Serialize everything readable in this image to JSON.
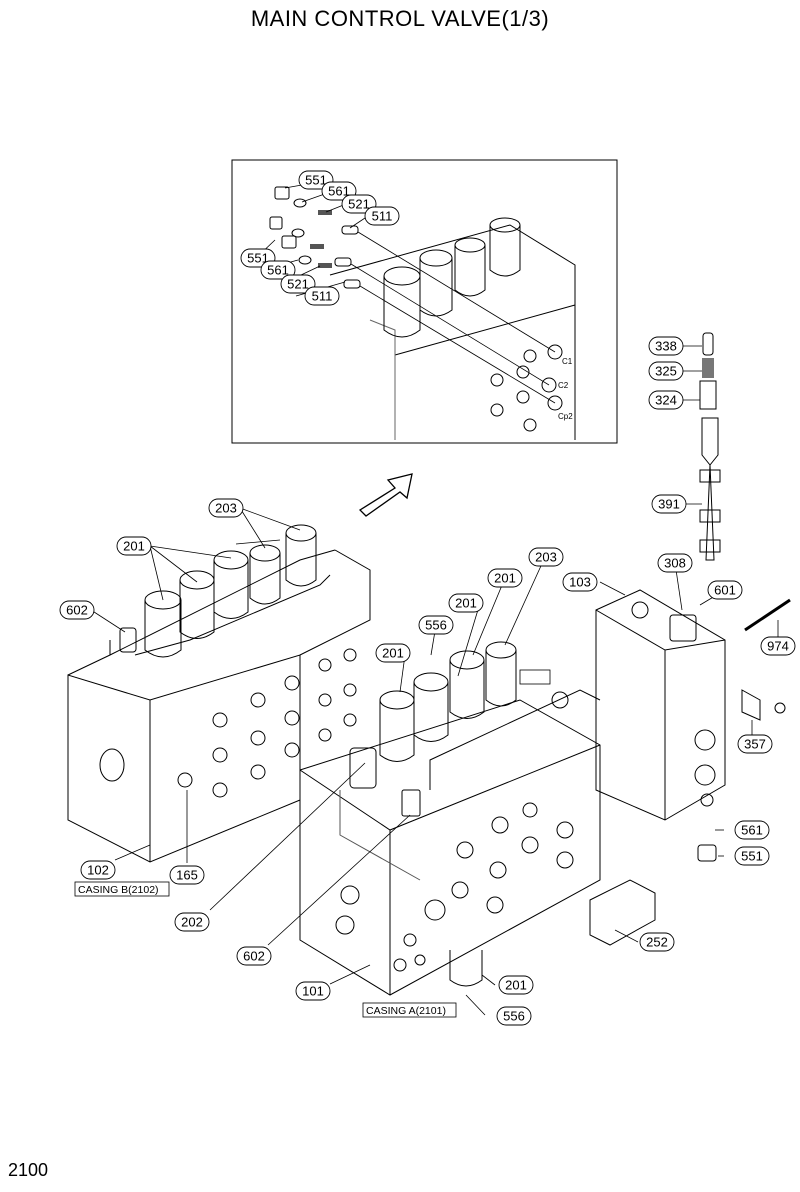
{
  "title": "MAIN CONTROL VALVE(1/3)",
  "page_number": "2100",
  "captions": {
    "casing_a": "CASING A(2101)",
    "casing_b": "CASING B(2102)"
  },
  "port_labels": [
    "C1",
    "C2",
    "Cp2"
  ],
  "callouts": [
    "551",
    "561",
    "521",
    "511",
    "551",
    "561",
    "521",
    "511",
    "338",
    "325",
    "324",
    "391",
    "308",
    "601",
    "103",
    "974",
    "357",
    "561",
    "551",
    "203",
    "201",
    "602",
    "203",
    "201",
    "201",
    "556",
    "201",
    "102",
    "165",
    "202",
    "602",
    "101",
    "201",
    "556",
    "252"
  ]
}
